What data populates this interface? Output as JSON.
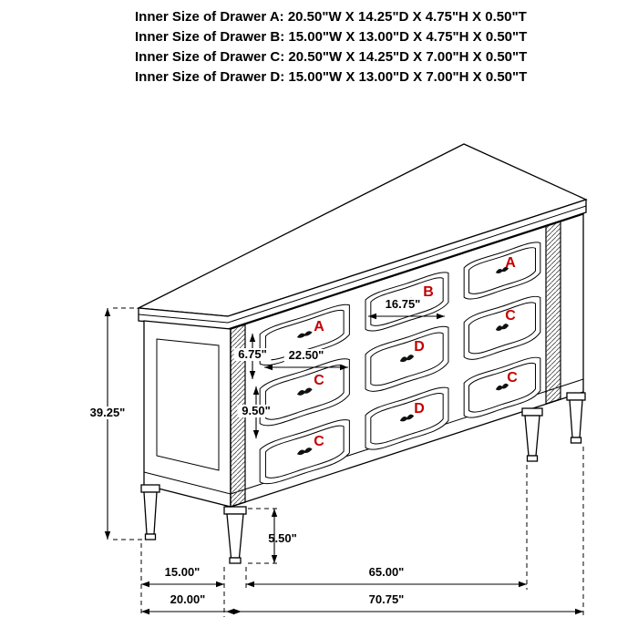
{
  "page": {
    "background": "#ffffff",
    "line_color": "#000000"
  },
  "header": {
    "lines": [
      "Inner Size of Drawer A: 20.50\"W X 14.25\"D X 4.75\"H X 0.50\"T",
      "Inner Size of Drawer B: 15.00\"W X 13.00\"D X 4.75\"H X 0.50\"T",
      "Inner Size of Drawer C: 20.50\"W X 14.25\"D X 7.00\"H X 0.50\"T",
      "Inner Size of Drawer D: 15.00\"W X 13.00\"D X 7.00\"H X 0.50\"T"
    ]
  },
  "diagram": {
    "type": "dresser-dimension-diagram",
    "drawer_letter_color": "#c40000",
    "drawers": {
      "rows": [
        {
          "cells": [
            {
              "label": "A"
            },
            {
              "label": "B"
            },
            {
              "label": "A"
            }
          ]
        },
        {
          "cells": [
            {
              "label": "C"
            },
            {
              "label": "D"
            },
            {
              "label": "C"
            }
          ]
        },
        {
          "cells": [
            {
              "label": "C"
            },
            {
              "label": "D"
            },
            {
              "label": "C"
            }
          ]
        }
      ]
    },
    "dimensions": {
      "overall_height": "39.25\"",
      "top_drawer_front_height": "6.75\"",
      "lower_drawer_front_height": "9.50\"",
      "leg_height": "5.50\"",
      "drawer_a_front_width": "22.50\"",
      "drawer_b_front_width": "16.75\"",
      "side_leg_spacing": "15.00\"",
      "front_leg_spacing": "65.00\"",
      "overall_depth": "20.00\"",
      "overall_width": "70.75\""
    }
  }
}
